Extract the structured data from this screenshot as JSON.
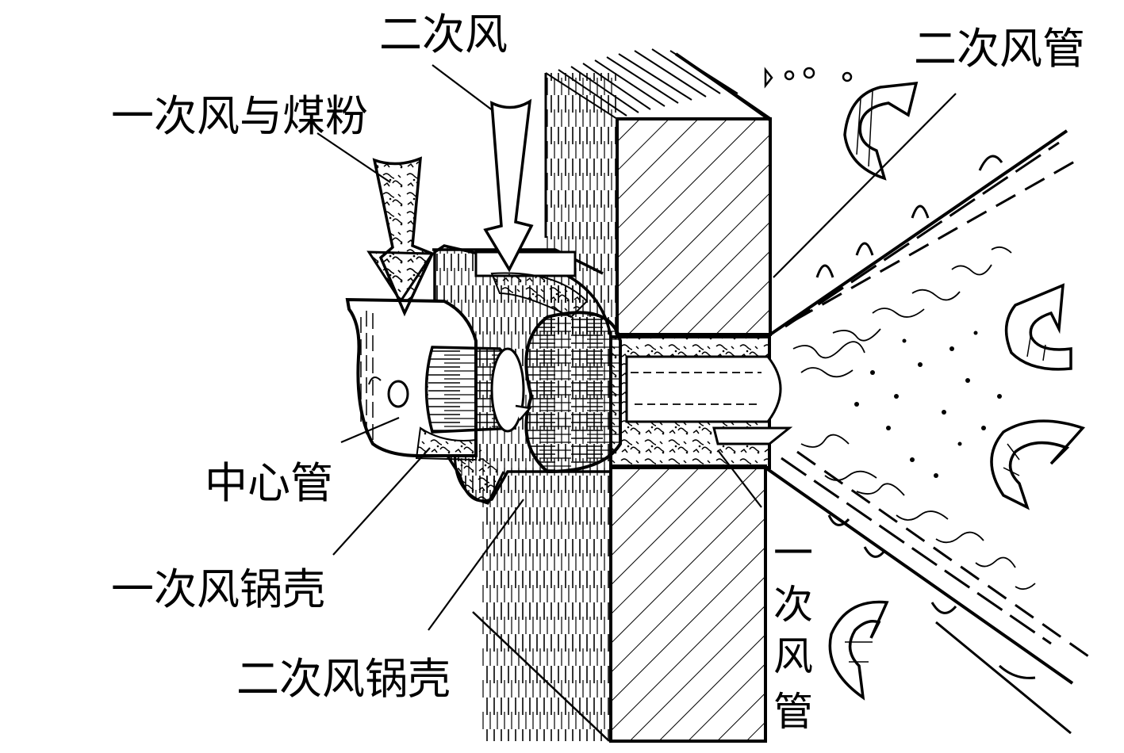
{
  "labels": {
    "secondary_air": "二次风",
    "secondary_air_pipe": "二次风管",
    "primary_air_coal": "一次风与煤粉",
    "center_pipe": "中心管",
    "primary_air_volute": "一次风锅壳",
    "secondary_air_volute": "二次风锅壳",
    "primary_air_pipe_vertical": [
      "一",
      "次",
      "风",
      "管"
    ]
  },
  "colors": {
    "line": "#000000",
    "background": "#ffffff"
  },
  "icons": {
    "swirl_arrow": "curved-swirl-arrow-icon",
    "down_arrow": "down-arrow-icon"
  }
}
